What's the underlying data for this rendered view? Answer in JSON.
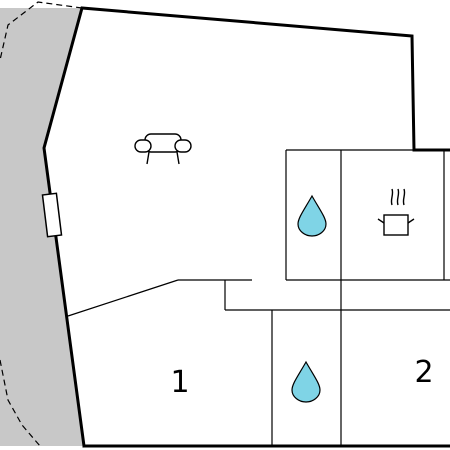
{
  "floorplan": {
    "rooms": [
      {
        "id": "living-room",
        "icon": "sofa-icon"
      },
      {
        "id": "bathroom-upper",
        "icon": "water-drop-icon"
      },
      {
        "id": "kitchen",
        "icon": "cooking-pot-icon"
      },
      {
        "id": "bedroom-1",
        "label": "1"
      },
      {
        "id": "bathroom-lower",
        "icon": "water-drop-icon"
      },
      {
        "id": "bedroom-2",
        "label": "2"
      }
    ],
    "colors": {
      "wall": "#000000",
      "terrace": "#c8c8c8",
      "water": "#7fd4e6",
      "background": "#ffffff"
    }
  }
}
